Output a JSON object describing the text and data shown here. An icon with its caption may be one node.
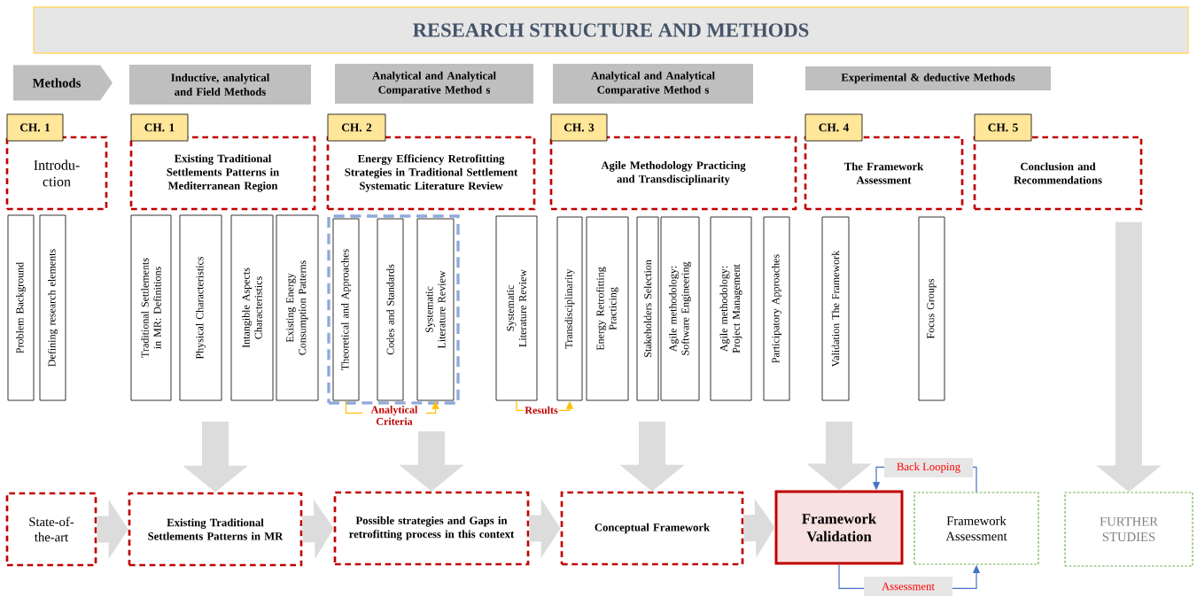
{
  "diagram": {
    "title": "RESEARCH STRUCTURE AND METHODS",
    "nodes": [
      {
        "text": [
          "Methods"
        ]
      },
      {
        "text": [
          "Inductive, analytical and Field Methods"
        ]
      },
      {
        "text": [
          "Analytical and Analytical Comparative Method s"
        ]
      },
      {
        "text": [
          "Analytical and Analytical Comparative Method s"
        ]
      },
      {
        "text": [
          "Experimental & deductive Methods"
        ]
      },
      {
        "text": [
          "CH. 1"
        ]
      },
      {
        "text": [
          "CH. 1"
        ]
      },
      {
        "text": [
          "CH. 2"
        ]
      },
      {
        "text": [
          "CH. 3"
        ]
      },
      {
        "text": [
          "CH. 4"
        ]
      },
      {
        "text": [
          "CH. 5"
        ]
      },
      {
        "text": [
          "Introdu- ction"
        ]
      },
      {
        "text": [
          "Existing Traditional Settlements Patterns in Mediterranean Region"
        ]
      },
      {
        "text": [
          "Energy Efficiency Retrofitting Strategies in Traditional Settlement Systematic Literature Review"
        ]
      },
      {
        "text": [
          "Agile Methodology Practicing and Transdisciplinarity"
        ]
      },
      {
        "text": [
          "The Framework Assessment"
        ]
      },
      {
        "text": [
          "Conclusion and Recommendations"
        ]
      },
      {
        "text": [
          "Problem Background"
        ]
      },
      {
        "text": [
          "Defining research elements"
        ]
      },
      {
        "text": [
          "Traditional Settlements in MR: Definitions"
        ]
      },
      {
        "text": [
          "Physical Characteristics"
        ]
      },
      {
        "text": [
          "Intangible Aspects Characteristics"
        ]
      },
      {
        "text": [
          "Existing Energy Consumption Patterns"
        ]
      },
      {
        "text": [],
        "shape": "box"
      },
      {
        "text": [
          "Theoretical and Approaches"
        ],
        "in": 23
      },
      {
        "text": [
          "Codes and Standards"
        ],
        "in": 23
      },
      {
        "text": [
          "Systematic Literature Review"
        ],
        "in": 23
      },
      {
        "text": [
          "Systematic Literature Review"
        ]
      },
      {
        "text": [
          "Transdisciplinarity"
        ]
      },
      {
        "text": [
          "Energy Retrofitting Practicing"
        ]
      },
      {
        "text": [
          "Stakeholders Selection"
        ]
      },
      {
        "text": [
          "Agile methodology: Software Engineering"
        ]
      },
      {
        "text": [
          "Agile methodology: Project Management"
        ]
      },
      {
        "text": [
          "Participatory Approaches"
        ]
      },
      {
        "text": [
          "Validation The Framework"
        ]
      },
      {
        "text": [
          "Focus Groups"
        ]
      },
      {
        "text": [
          "State-of-the-art"
        ]
      },
      {
        "text": [
          "Existing Traditional Settlements Patterns in MR"
        ]
      },
      {
        "text": [
          "Possible strategies and Gaps in retrofitting process in this context"
        ]
      },
      {
        "text": [
          "Conceptual Framework"
        ]
      },
      {
        "text": [
          "Framework Validation"
        ]
      },
      {
        "text": [
          "Framework Assessment"
        ]
      },
      {
        "text": [
          "FURTHER STUDIES"
        ]
      }
    ],
    "edges": [
      {
        "from": null,
        "to": 37,
        "arrow": "to"
      },
      {
        "from": null,
        "to": 38,
        "arrow": "to"
      },
      {
        "from": null,
        "to": 39,
        "arrow": "to"
      },
      {
        "from": null,
        "to": 40,
        "arrow": "to"
      },
      {
        "from": 16,
        "to": 42,
        "arrow": "to"
      },
      {
        "from": 36,
        "to": 37,
        "arrow": "to"
      },
      {
        "from": 37,
        "to": 38,
        "arrow": "to"
      },
      {
        "from": 38,
        "to": 39,
        "arrow": "to"
      },
      {
        "from": 39,
        "to": 40,
        "arrow": "to"
      },
      {
        "from": 24,
        "to": 26,
        "arrow": "to",
        "label": "Analytical Criteria",
        "color": "#ffc000"
      },
      {
        "from": 27,
        "to": 28,
        "arrow": "to",
        "label": "Results",
        "color": "#ffc000"
      },
      {
        "from": 41,
        "to": 40,
        "arrow": "to",
        "label": "Back Looping",
        "color": "#4472c4"
      },
      {
        "from": 40,
        "to": 41,
        "arrow": "to",
        "label": "Assessment",
        "color": "#4472c4"
      }
    ]
  }
}
